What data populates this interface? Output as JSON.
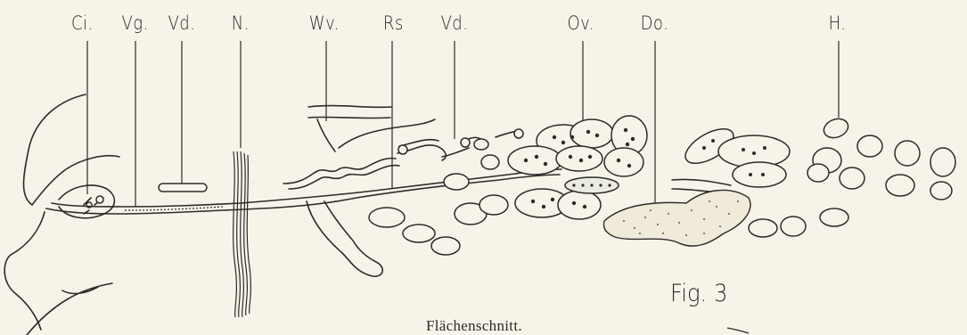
{
  "labels": {
    "ci": "Ci.",
    "vg": "Vg.",
    "vd1": "Vd.",
    "n": "N.",
    "wv": "Wv.",
    "rs": "Rs",
    "vd2": "Vd.",
    "ov": "Ov.",
    "do": "Do.",
    "h": "H."
  },
  "figure_label": "Fig. 3",
  "caption": "Flächenschnitt.",
  "colors": {
    "ink": "#2b2b2b",
    "paper": "#f6f4e8"
  }
}
